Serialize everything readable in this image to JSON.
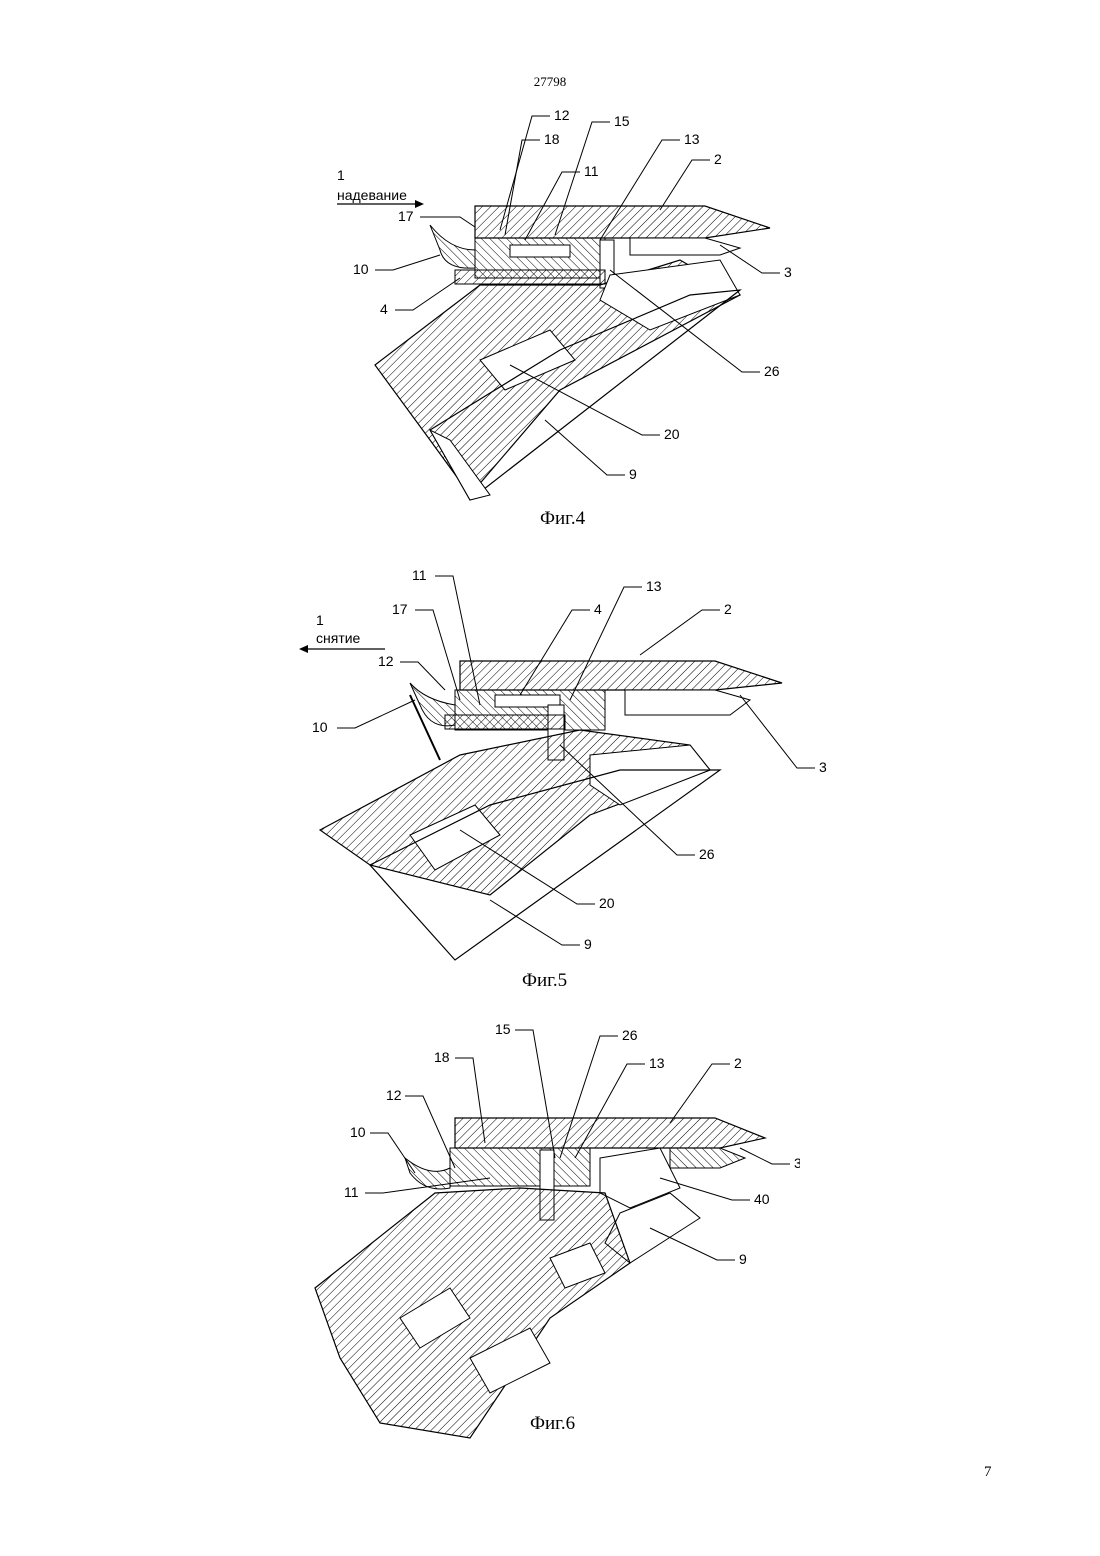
{
  "document": {
    "number": "27798",
    "page": "7"
  },
  "figures": [
    {
      "caption": "Фиг.4",
      "direction": {
        "number": "1",
        "label": "надевание",
        "arrow": "right"
      },
      "callouts": [
        "12",
        "18",
        "15",
        "13",
        "11",
        "2",
        "17",
        "10",
        "4",
        "3",
        "26",
        "20",
        "9"
      ]
    },
    {
      "caption": "Фиг.5",
      "direction": {
        "number": "1",
        "label": "снятие",
        "arrow": "left"
      },
      "callouts": [
        "11",
        "13",
        "17",
        "4",
        "2",
        "12",
        "10",
        "3",
        "26",
        "20",
        "9"
      ]
    },
    {
      "caption": "Фиг.6",
      "direction": null,
      "callouts": [
        "15",
        "26",
        "18",
        "13",
        "2",
        "12",
        "10",
        "3",
        "11",
        "40",
        "9"
      ]
    }
  ]
}
